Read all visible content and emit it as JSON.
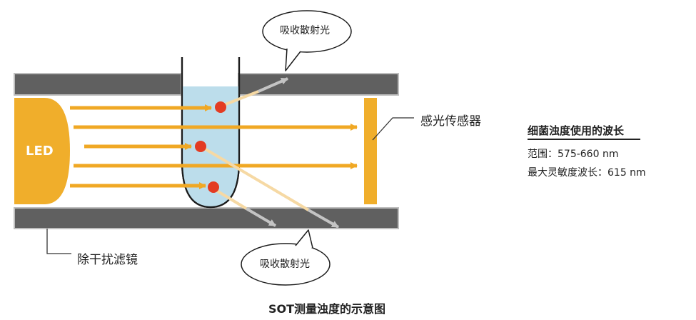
{
  "diagram": {
    "led_label": "LED",
    "sensor_label": "感光传感器",
    "filter_label": "除干扰滤镜",
    "scatter_top_label": "吸收散射光",
    "scatter_bottom_label": "吸收散射光",
    "caption": "SOT测量浊度的示意图"
  },
  "info": {
    "title": "细菌浊度使用的波长",
    "range_line": "范围：575-660 nm",
    "peak_line": "最大灵敏度波长：615 nm"
  },
  "colors": {
    "led": "#F0AE2B",
    "beam": "#F0A824",
    "beam_faded": "#F6D9A4",
    "scatter_arrow": "#C4C4C4",
    "plate": "#606060",
    "plate_border": "#BEBEBE",
    "tube_liquid": "#BCDDEB",
    "particle": "#E33B22",
    "sensor": "#F0AE2B"
  }
}
